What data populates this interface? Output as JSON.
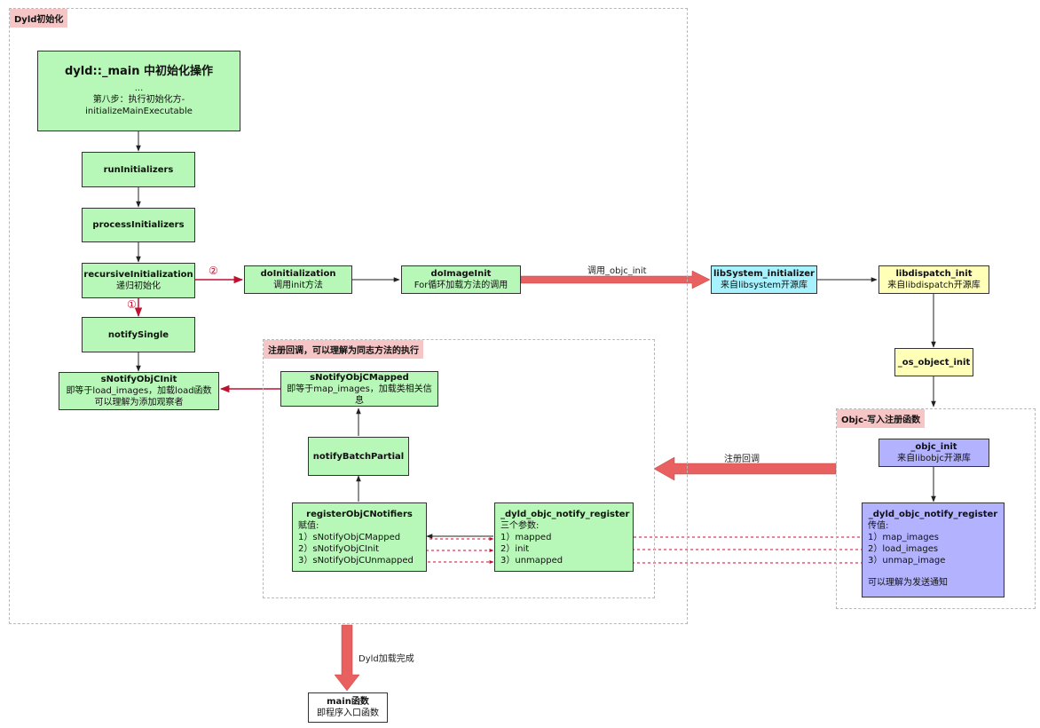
{
  "groups": {
    "dyld": "Dyld初始化",
    "callback": "注册回调，可以理解为同志方法的执行",
    "objc": "Objc-写入注册函数"
  },
  "nodes": {
    "dyld_main": {
      "title": "dyld::_main 中初始化操作",
      "line1": "...",
      "line2": "第八步：执行初始化方-initializeMainExecutable"
    },
    "run_initializers": {
      "title": "runInitializers"
    },
    "process_initializers": {
      "title": "processInitializers"
    },
    "recursive_initialization": {
      "title": "recursiveInitialization",
      "subtitle": "递归初始化"
    },
    "notify_single": {
      "title": "notifySingle"
    },
    "s_notify_objc_init": {
      "title": "sNotifyObjCInit",
      "line1": "即等于load_images，加载load函数",
      "line2": "可以理解为添加观察者"
    },
    "do_initialization": {
      "title": "doInitialization",
      "subtitle": "调用init方法"
    },
    "do_image_init": {
      "title": "doImageInit",
      "subtitle": "For循环加载方法的调用"
    },
    "libsystem_initializer": {
      "title": "libSystem_initializer",
      "subtitle": "来自libsystem开源库"
    },
    "libdispatch_init": {
      "title": "libdispatch_init",
      "subtitle": "来自libdispatch开源库"
    },
    "os_object_init": {
      "title": "_os_object_init"
    },
    "s_notify_objc_mapped": {
      "title": "sNotifyObjCMapped",
      "subtitle": "即等于map_images，加载类相关信息"
    },
    "notify_batch_partial": {
      "title": "notifyBatchPartial"
    },
    "register_objc_notifiers": {
      "title": "registerObjCNotifiers",
      "label": "赋值:",
      "items": [
        "1）sNotifyObjCMapped",
        "2）sNotifyObjCInit",
        "3）sNotifyObjCUnmapped"
      ]
    },
    "dyld_objc_notify_register_mid": {
      "title": "_dyld_objc_notify_register",
      "label": "三个参数:",
      "items": [
        "1）mapped",
        "2）init",
        "3）unmapped"
      ]
    },
    "objc_init": {
      "title": "_objc_init",
      "subtitle": "来自libobjc开源库"
    },
    "dyld_objc_notify_register_right": {
      "title": "_dyld_objc_notify_register",
      "label": "传值:",
      "items": [
        "1）map_images",
        "2）load_images",
        "3）unmap_image"
      ],
      "note": "可以理解为发送通知"
    },
    "main_func": {
      "title": "main函数",
      "subtitle": "即程序入口函数"
    }
  },
  "edges": {
    "call_objc_init": "调用_objc_init",
    "register_callback": "注册回调",
    "dyld_loaded": "Dyld加载完成",
    "circle_1": "①",
    "circle_2": "②"
  },
  "colors": {
    "green": "#b7f7b7",
    "cyan": "#a6f3ff",
    "yellow": "#ffffb8",
    "purple": "#b2b2ff",
    "group_label": "#f6c5c5",
    "arrow_red": "#c01030",
    "fat_arrow": "#e86060"
  }
}
